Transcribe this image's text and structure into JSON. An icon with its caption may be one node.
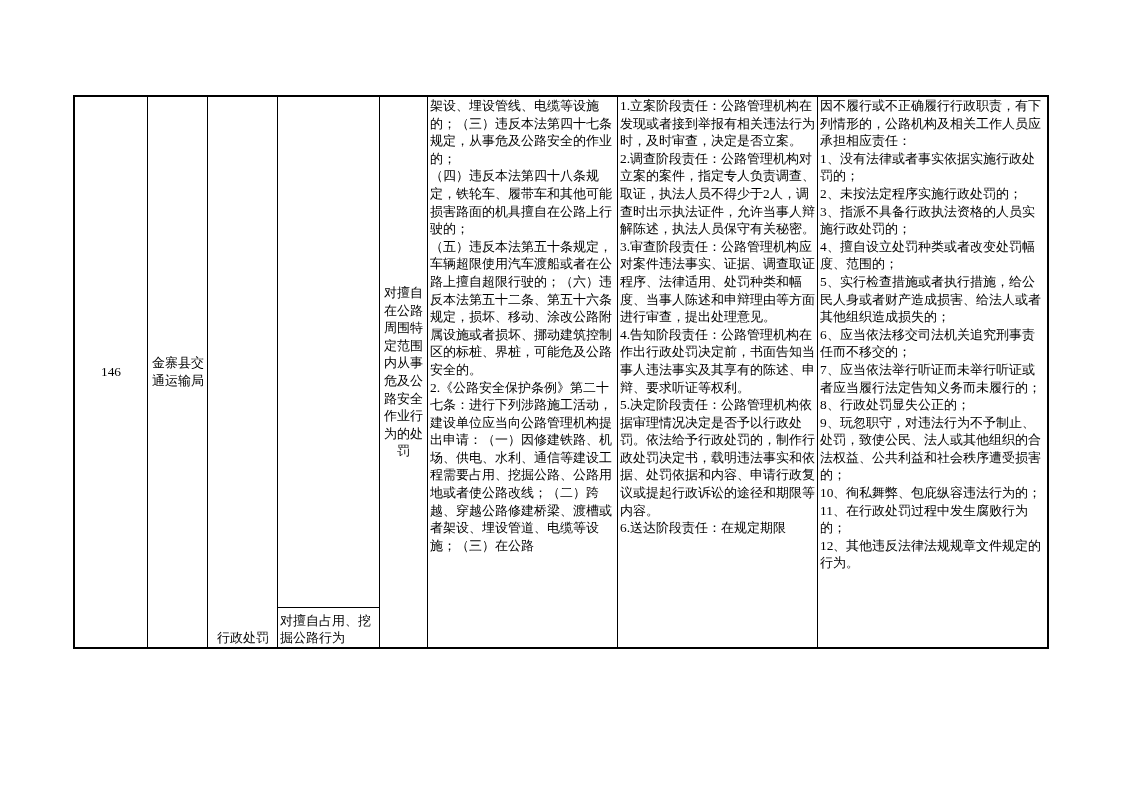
{
  "diagram": {
    "labels": [
      "146",
      "金寨县交通运输局",
      "对擅自在公路周围特定范围内从事危及公路安全作业行为的处罚",
      "架设、埋设管线、电缆等设施的；（三）违反本法第四十七条规定，从事危及公路安全的作业的；",
      "（四）违反本法第四十八条规定，铁轮车、履带车和其他可能损害路面的机具擅自在公路上行驶的；",
      "（五）违反本法第五十条规定，车辆超限使用汽车渡船或者在公路上擅自超限行驶的；（六）违反本法第五十二条、第五十六条规定，损坏、移动、涂改公路附属设施或者损坏、挪动建筑控制区的标桩、界桩，可能危及公路安全的。",
      "2.《公路安全保护条例》第二十七条：进行下列涉路施工活动，建设单位应当向公路管理机构提出申请：（一）因修建铁路、机场、供电、水利、通信等建设工程需要占用、挖掘公路、公路用地或者使公路改线；（二）跨越、穿越公路修建桥梁、渡槽或者架设、埋设管道、电缆等设施；（三）在公路",
      "1.立案阶段责任：公路管理机构在发现或者接到举报有相关违法行为时，及时审查，决定是否立案。",
      "2.调查阶段责任：公路管理机构对立案的案件，指定专人负责调查、取证，执法人员不得少于2人，调查时出示执法证件，允许当事人辩解陈述，执法人员保守有关秘密。",
      "3.审查阶段责任：公路管理机构应对案件违法事实、证据、调查取证程序、法律适用、处罚种类和幅度、当事人陈述和申辩理由等方面进行审查，提出处理意见。",
      "4.告知阶段责任：公路管理机构在作出行政处罚决定前，书面告知当事人违法事实及其享有的陈述、申辩、要求听证等权利。",
      "5.决定阶段责任：公路管理机构依据审理情况决定是否予以行政处罚。依法给予行政处罚的，制作行政处罚决定书，载明违法事实和依据、处罚依据和内容、申请行政复议或提起行政诉讼的途径和期限等内容。",
      "6.送达阶段责任：在规定期限",
      "因不履行或不正确履行行政职责，有下列情形的，公路机构及相关工作人员应承担相应责任：",
      "1、没有法律或者事实依据实施行政处罚的；",
      "2、未按法定程序实施行政处罚的；",
      "3、指派不具备行政执法资格的人员实施行政处罚的；",
      "4、擅自设立处罚种类或者改变处罚幅度、范围的；",
      "5、实行检查措施或者执行措施，给公民人身或者财产造成损害、给法人或者其他组织造成损失的；",
      "6、应当依法移交司法机关追究刑事责任而不移交的；",
      "7、应当依法举行听证而未举行听证或者应当履行法定告知义务而未履行的；",
      "8、行政处罚显失公正的；",
      "9、玩忽职守，对违法行为不予制止、处罚，致使公民、法人或其他组织的合法权益、公共利益和社会秩序遭受损害的；",
      "10、徇私舞弊、包庇纵容违法行为的；",
      "11、在行政处罚过程中发生腐败行为的；",
      "12、其他违反法律法规规章文件规定的行为。",
      "行政处罚",
      "对擅自占用、挖掘公路行为"
    ]
  }
}
